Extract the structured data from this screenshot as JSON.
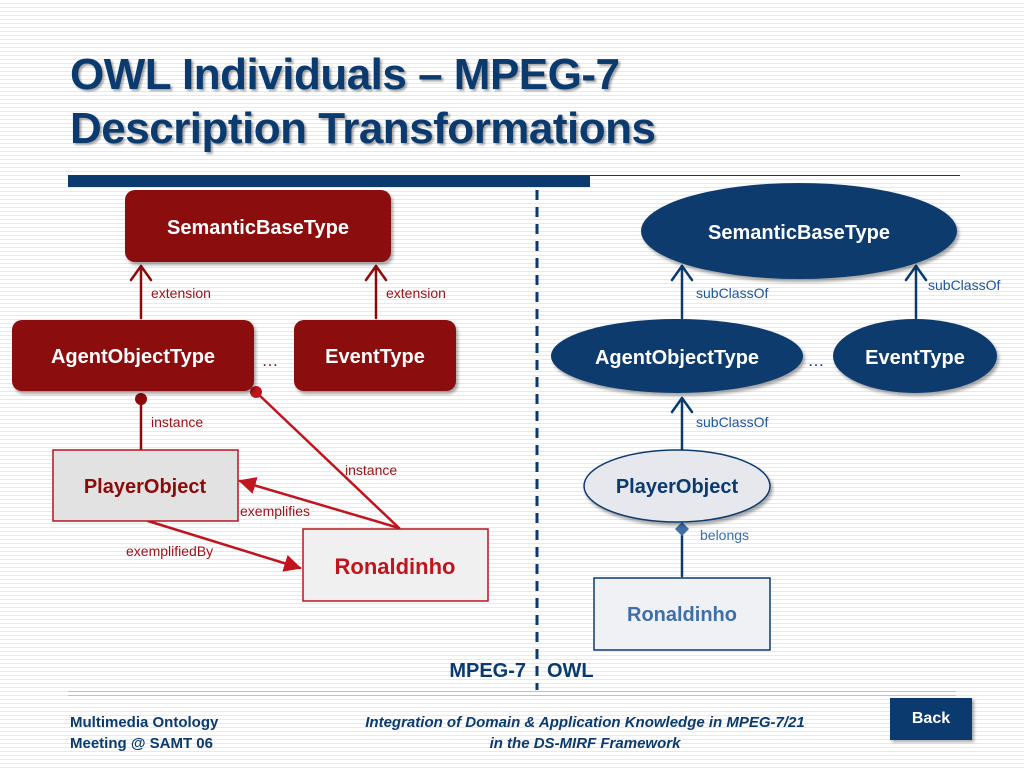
{
  "title": {
    "line1": "OWL Individuals – MPEG-7",
    "line2": "Description Transformations"
  },
  "mpeg7": {
    "semantic_base": "SemanticBaseType",
    "agent_object": "AgentObjectType",
    "event": "EventType",
    "ellipsis": "…",
    "player_object": "PlayerObject",
    "ronaldinho": "Ronaldinho",
    "edge_extension_left": "extension",
    "edge_extension_right": "extension",
    "edge_instance_left": "instance",
    "edge_instance_right": "instance",
    "edge_exemplifies": "exemplifies",
    "edge_exemplified_by": "exemplifiedBy"
  },
  "owl": {
    "semantic_base": "SemanticBaseType",
    "agent_object": "AgentObjectType",
    "event": "EventType",
    "ellipsis": "…",
    "player_object": "PlayerObject",
    "ronaldinho": "Ronaldinho",
    "edge_subclass_left": "subClassOf",
    "edge_subclass_right": "subClassOf",
    "edge_subclass_player": "subClassOf",
    "edge_belongs": "belongs"
  },
  "labels": {
    "mpeg7": "MPEG-7",
    "owl": "OWL"
  },
  "footer": {
    "left_line1": "Multimedia Ontology",
    "left_line2": "Meeting @ SAMT 06",
    "center_line1": "Integration of Domain & Application Knowledge in MPEG-7/21",
    "center_line2": "in the DS-MIRF Framework",
    "back": "Back"
  },
  "colors": {
    "navy": "#0a3a6e",
    "dark_red": "#8b0a0a",
    "red_line": "#c0141e",
    "blue_text": "#3e6fa8"
  }
}
